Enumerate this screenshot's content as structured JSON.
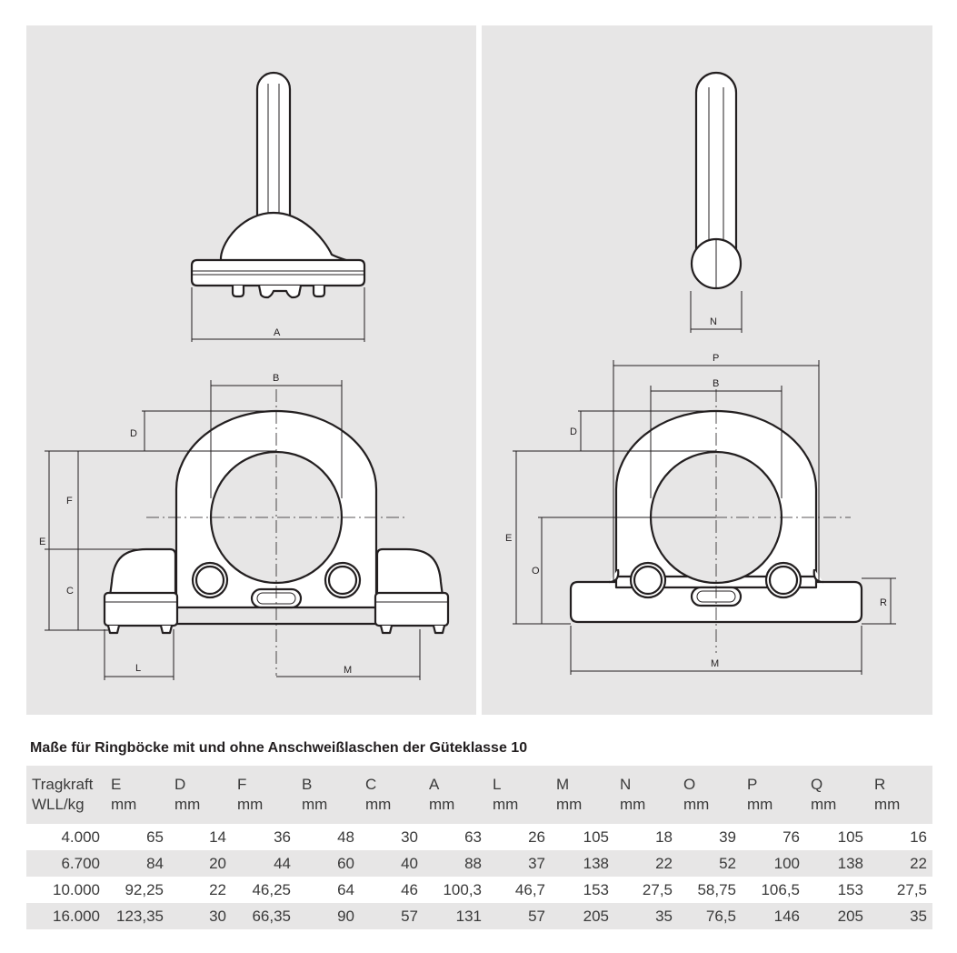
{
  "drawing_labels": {
    "left_top": [
      "A"
    ],
    "left_front": [
      "B",
      "D",
      "F",
      "E",
      "C",
      "L",
      "M"
    ],
    "right_side": [
      "N"
    ],
    "right_front": [
      "P",
      "B",
      "D",
      "E",
      "O",
      "R",
      "M"
    ]
  },
  "table": {
    "title": "Maße für Ringböcke mit und ohne Anschweißlaschen der Güteklasse 10",
    "headers": [
      {
        "l1": "Tragkraft",
        "l2": "WLL/kg"
      },
      {
        "l1": "E",
        "l2": "mm"
      },
      {
        "l1": "D",
        "l2": "mm"
      },
      {
        "l1": "F",
        "l2": "mm"
      },
      {
        "l1": "B",
        "l2": "mm"
      },
      {
        "l1": "C",
        "l2": "mm"
      },
      {
        "l1": "A",
        "l2": "mm"
      },
      {
        "l1": "L",
        "l2": "mm"
      },
      {
        "l1": "M",
        "l2": "mm"
      },
      {
        "l1": "N",
        "l2": "mm"
      },
      {
        "l1": "O",
        "l2": "mm"
      },
      {
        "l1": "P",
        "l2": "mm"
      },
      {
        "l1": "Q",
        "l2": "mm"
      },
      {
        "l1": "R",
        "l2": "mm"
      }
    ],
    "rows": [
      [
        "4.000",
        "65",
        "14",
        "36",
        "48",
        "30",
        "63",
        "26",
        "105",
        "18",
        "39",
        "76",
        "105",
        "16"
      ],
      [
        "6.700",
        "84",
        "20",
        "44",
        "60",
        "40",
        "88",
        "37",
        "138",
        "22",
        "52",
        "100",
        "138",
        "22"
      ],
      [
        "10.000",
        "92,25",
        "22",
        "46,25",
        "64",
        "46",
        "100,3",
        "46,7",
        "153",
        "27,5",
        "58,75",
        "106,5",
        "153",
        "27,5"
      ],
      [
        "16.000",
        "123,35",
        "30",
        "66,35",
        "90",
        "57",
        "131",
        "57",
        "205",
        "35",
        "76,5",
        "146",
        "205",
        "35"
      ]
    ]
  }
}
